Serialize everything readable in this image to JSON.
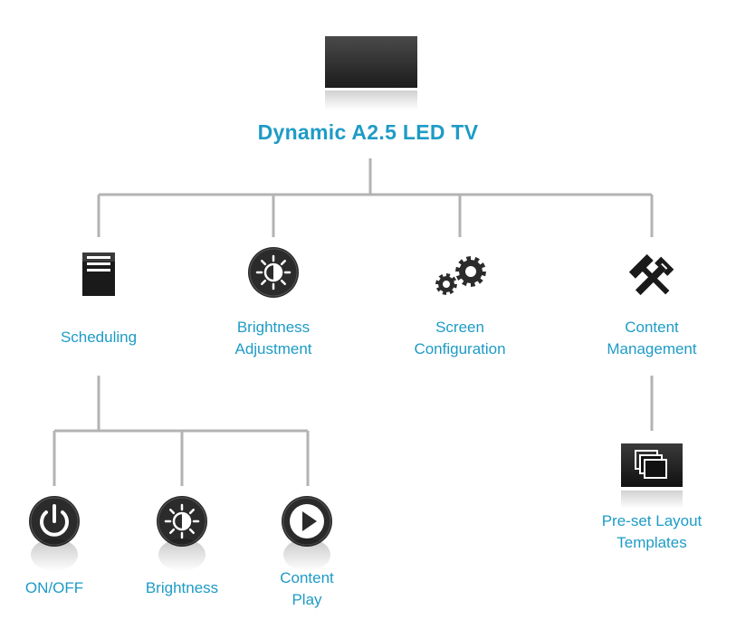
{
  "colors": {
    "accent": "#1e9bc6",
    "line": "#b3b3b3",
    "icon_dark": "#2b2b2b",
    "icon_black": "#111111"
  },
  "root": {
    "title": "Dynamic A2.5 LED TV",
    "icon": "tv-screen-icon"
  },
  "branches": [
    {
      "label_lines": [
        "Scheduling"
      ],
      "icon": "document-stack-icon"
    },
    {
      "label_lines": [
        "Brightness",
        "Adjustment"
      ],
      "icon": "brightness-icon"
    },
    {
      "label_lines": [
        "Screen",
        "Configuration"
      ],
      "icon": "gears-icon"
    },
    {
      "label_lines": [
        "Content",
        "Management"
      ],
      "icon": "tools-icon"
    }
  ],
  "scheduling_children": [
    {
      "label_lines": [
        "ON/OFF"
      ],
      "icon": "power-icon"
    },
    {
      "label_lines": [
        "Brightness"
      ],
      "icon": "brightness-icon"
    },
    {
      "label_lines": [
        "Content",
        "Play"
      ],
      "icon": "play-icon"
    }
  ],
  "content_children": [
    {
      "label_lines": [
        "Pre-set Layout",
        "Templates"
      ],
      "icon": "layout-templates-icon"
    }
  ]
}
